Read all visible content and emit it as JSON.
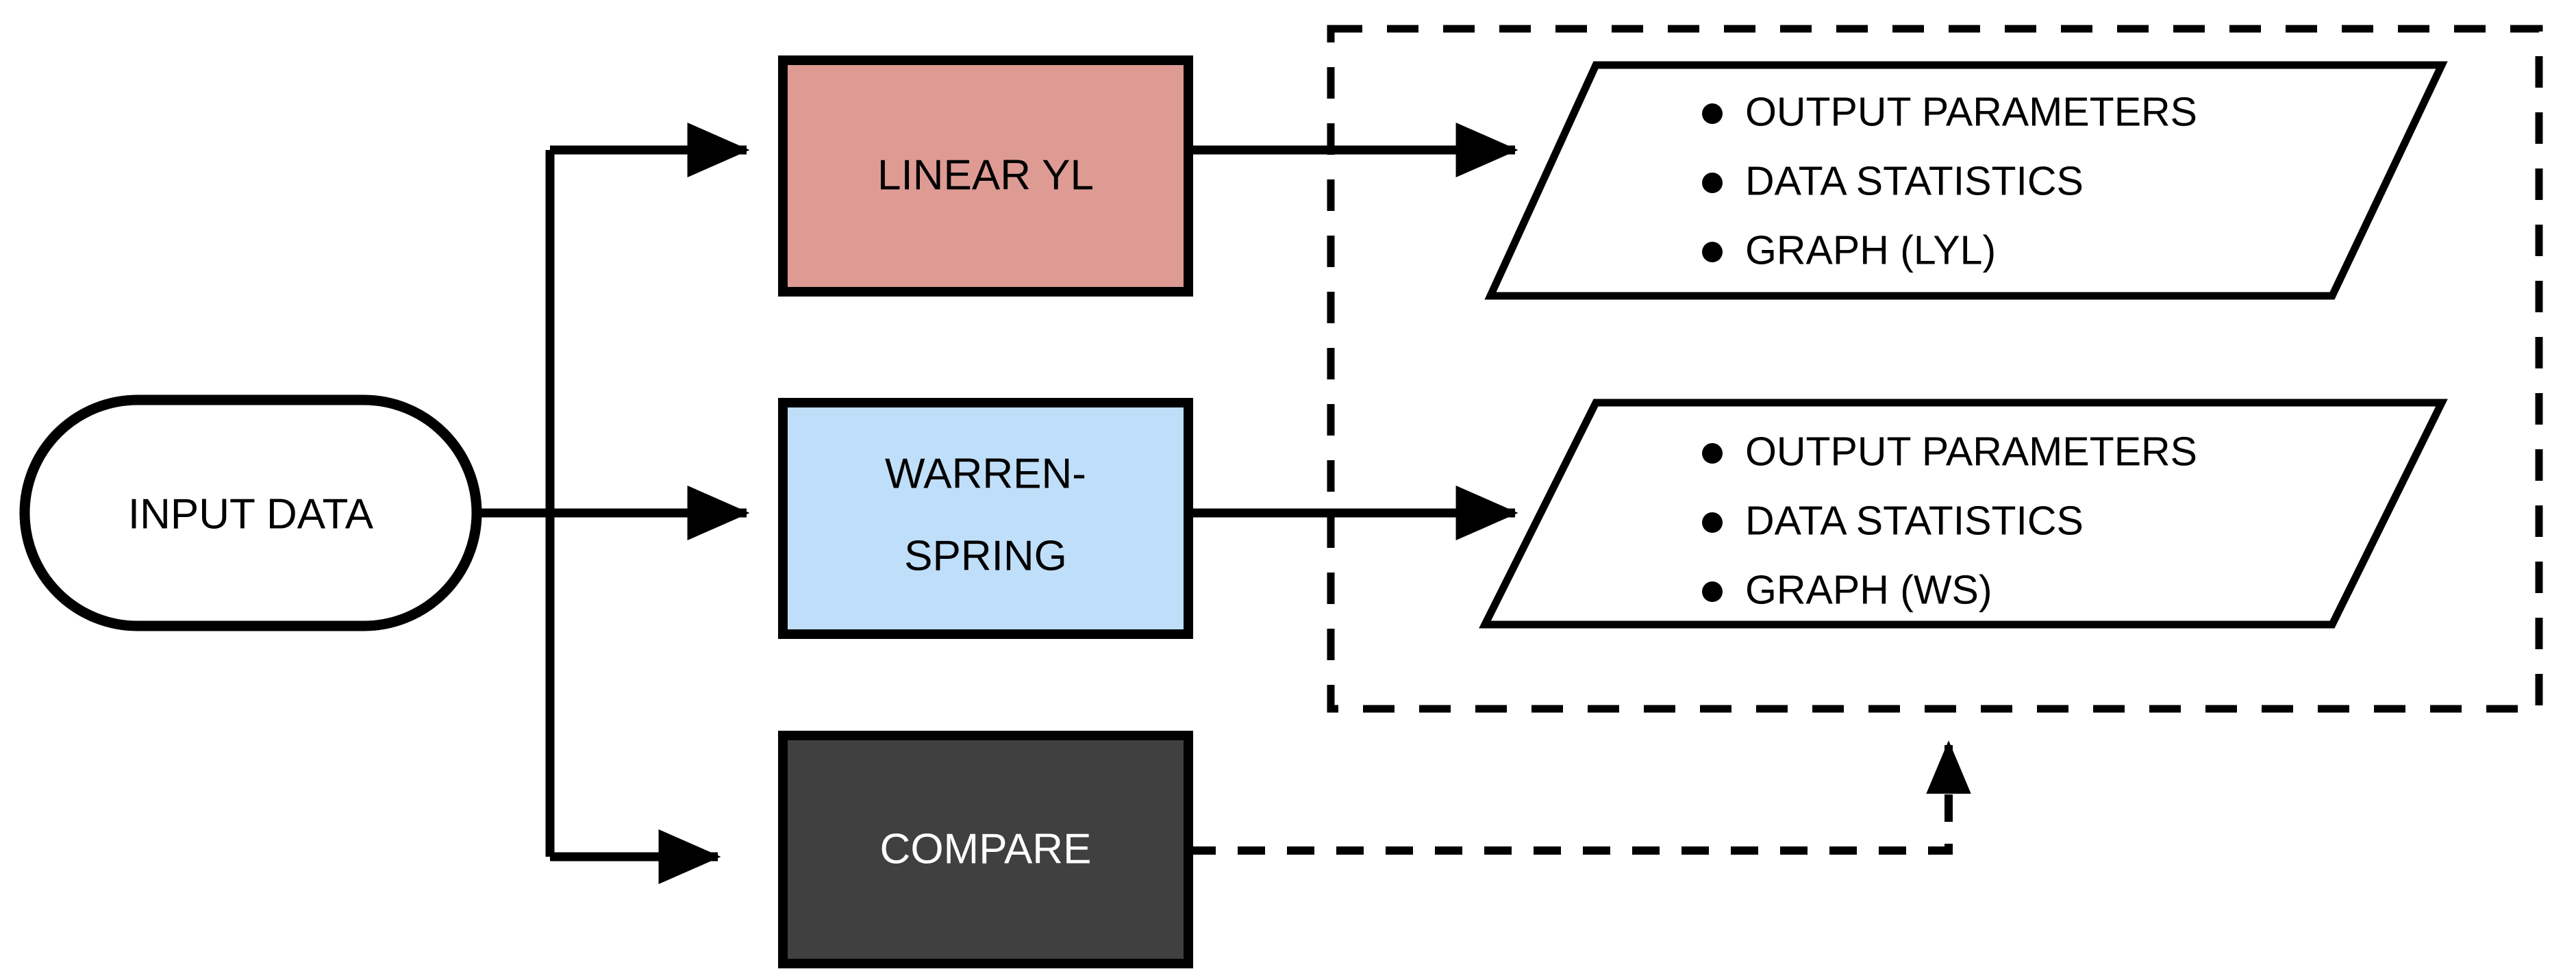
{
  "diagram": {
    "type": "flowchart",
    "title": "",
    "background_color": "#FFFFFF",
    "line_color": "#000000",
    "nodes": {
      "input": {
        "label": "INPUT DATA",
        "shape": "stadium",
        "fill": "#FFFFFF",
        "stroke": "#000000",
        "text_color": "#000000"
      },
      "linear_yl": {
        "label": "LINEAR YL",
        "shape": "rectangle",
        "fill": "#DE9B94",
        "stroke": "#000000",
        "text_color": "#000000"
      },
      "warren_spring": {
        "label_line1": "WARREN-",
        "label_line2": "SPRING",
        "shape": "rectangle",
        "fill": "#BFDEF9",
        "stroke": "#000000",
        "text_color": "#000000"
      },
      "compare": {
        "label": "COMPARE",
        "shape": "rectangle",
        "fill": "#404040",
        "stroke": "#000000",
        "text_color": "#FFFFFF"
      },
      "output_lyl": {
        "shape": "parallelogram",
        "fill": "#FFFFFF",
        "stroke": "#000000",
        "bullets": [
          "OUTPUT PARAMETERS",
          "DATA STATISTICS",
          "GRAPH (LYL)"
        ]
      },
      "output_ws": {
        "shape": "parallelogram",
        "fill": "#FFFFFF",
        "stroke": "#000000",
        "bullets": [
          "OUTPUT PARAMETERS",
          "DATA STATISTICS",
          "GRAPH (WS)"
        ]
      },
      "results_group": {
        "shape": "dashed-rectangle",
        "fill": "none",
        "stroke": "#000000",
        "stroke_style": "dashed"
      }
    },
    "edges": [
      {
        "from": "input",
        "to": "linear_yl",
        "style": "solid",
        "arrow": true
      },
      {
        "from": "input",
        "to": "warren_spring",
        "style": "solid",
        "arrow": true
      },
      {
        "from": "input",
        "to": "compare",
        "style": "solid",
        "arrow": true
      },
      {
        "from": "linear_yl",
        "to": "output_lyl",
        "style": "solid",
        "arrow": true
      },
      {
        "from": "warren_spring",
        "to": "output_ws",
        "style": "solid",
        "arrow": true
      },
      {
        "from": "compare",
        "to": "results_group",
        "style": "dashed",
        "arrow": true
      }
    ]
  }
}
